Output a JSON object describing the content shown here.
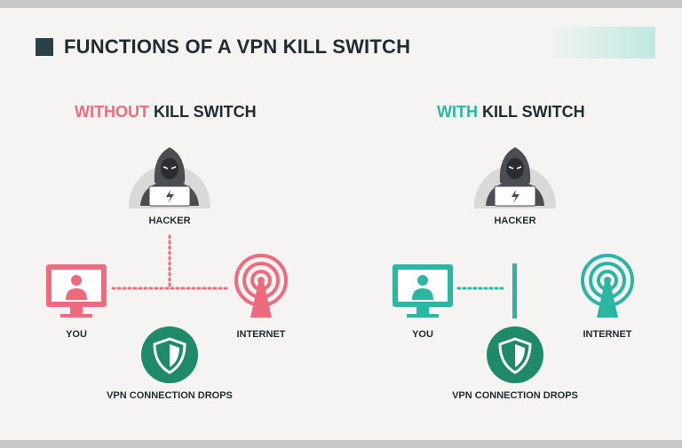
{
  "title": "FUNCTIONS OF A VPN KILL SWITCH",
  "left": {
    "heading_highlight": "WITHOUT",
    "heading_rest": " KILL SWITCH",
    "hacker_label": "HACKER",
    "you_label": "YOU",
    "internet_label": "INTERNET",
    "vpn_label": "VPN CONNECTION DROPS"
  },
  "right": {
    "heading_highlight": "WITH",
    "heading_rest": " KILL SWITCH",
    "hacker_label": "HACKER",
    "you_label": "YOU",
    "internet_label": "INTERNET",
    "vpn_label": "VPN CONNECTION DROPS"
  },
  "colors": {
    "accent_red": "#ee6b7e",
    "accent_teal": "#2bb5a3",
    "shield_green": "#1f8a6a",
    "hacker_dark": "#4a4d52",
    "title_dark": "#1f2d33"
  },
  "icons": {
    "hacker": "hacker-icon",
    "computer": "computer-user-icon",
    "tower": "internet-tower-icon",
    "shield": "shield-icon"
  }
}
